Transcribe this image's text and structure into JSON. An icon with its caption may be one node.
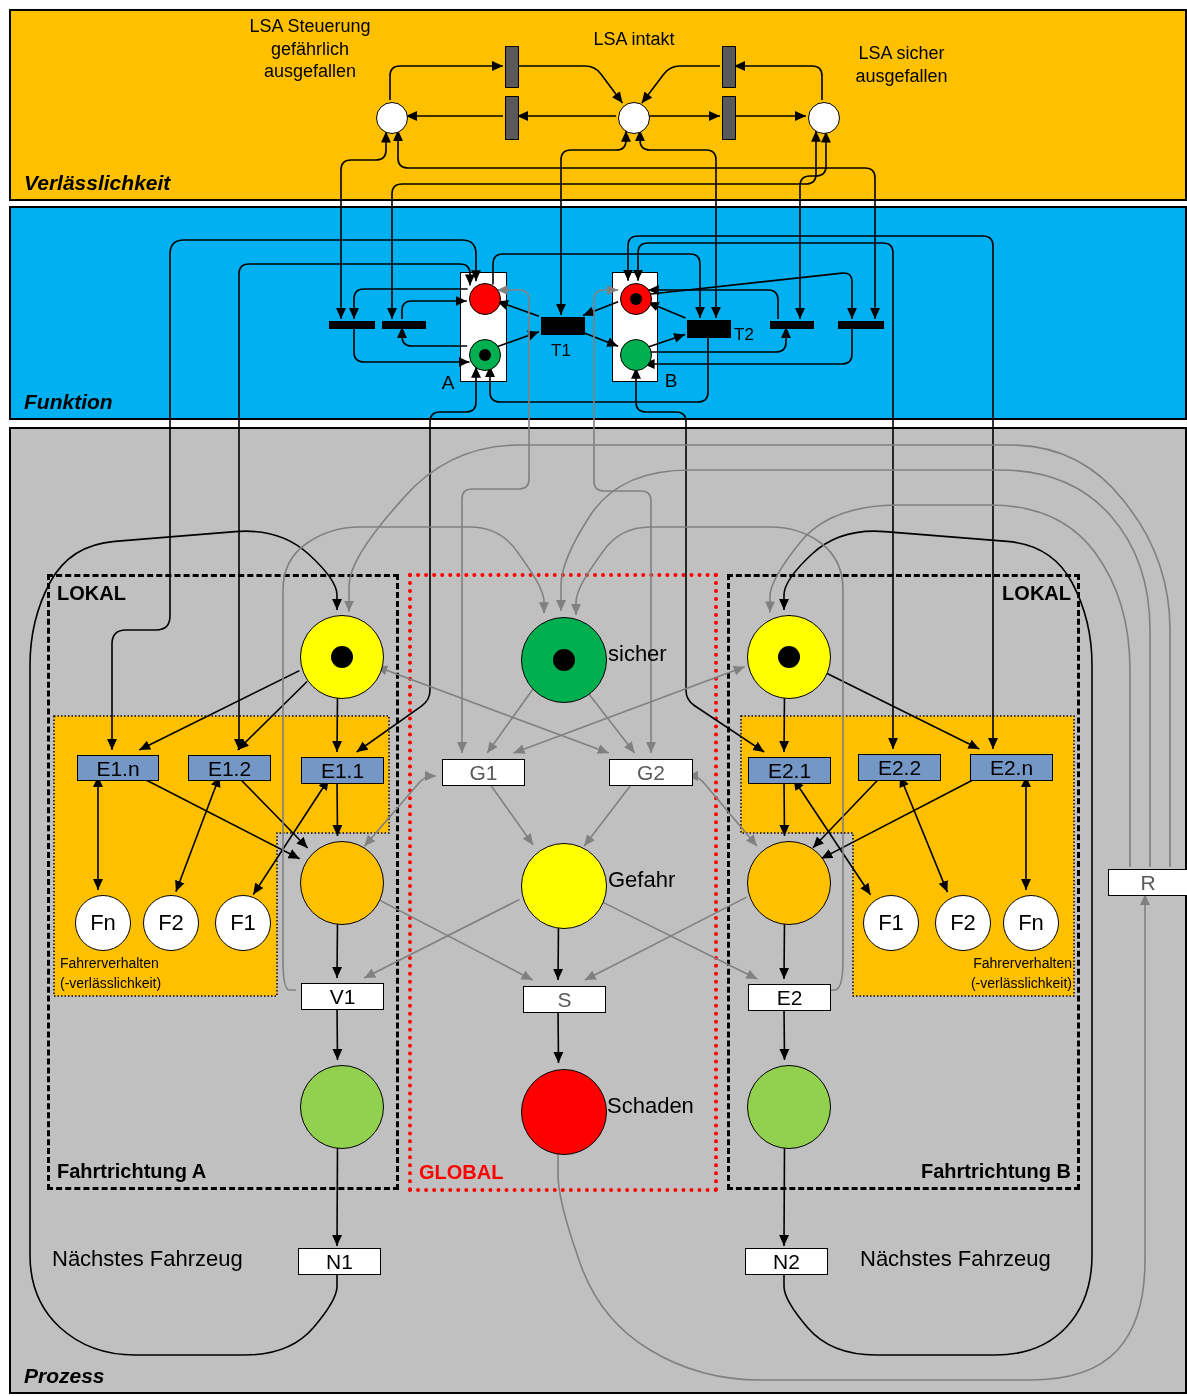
{
  "diagram": {
    "nodes": [
      {
        "text": [
          "Verlässlichkeit"
        ]
      },
      {
        "text": [
          "Funktion"
        ]
      },
      {
        "text": [
          "Prozess"
        ]
      },
      {
        "text": [],
        "shape": "circle",
        "in": 0,
        "beside": [
          "LSA Steuerung gefährlich ausgefallen"
        ]
      },
      {
        "text": [],
        "shape": "circle",
        "in": 0,
        "beside": [
          "LSA intakt"
        ]
      },
      {
        "text": [],
        "shape": "circle",
        "in": 0,
        "beside": [
          "LSA sicher ausgefallen"
        ]
      },
      {
        "text": [],
        "shape": "bar",
        "in": 0
      },
      {
        "text": [],
        "shape": "bar",
        "in": 0
      },
      {
        "text": [],
        "shape": "bar",
        "in": 0
      },
      {
        "text": [],
        "shape": "bar",
        "in": 0
      },
      {
        "text": [],
        "shape": "box",
        "in": 1,
        "beside": [
          "A"
        ]
      },
      {
        "text": [],
        "shape": "circle",
        "in": 10
      },
      {
        "text": [],
        "shape": "circle",
        "in": 10
      },
      {
        "text": [],
        "shape": "box",
        "in": 1,
        "beside": [
          "B"
        ]
      },
      {
        "text": [],
        "shape": "circle",
        "in": 13
      },
      {
        "text": [],
        "shape": "circle",
        "in": 13
      },
      {
        "text": [],
        "shape": "bar",
        "in": 1,
        "beside": [
          "T1"
        ]
      },
      {
        "text": [],
        "shape": "bar",
        "in": 1,
        "beside": [
          "T2"
        ]
      },
      {
        "text": [],
        "shape": "bar",
        "in": 1
      },
      {
        "text": [],
        "shape": "bar",
        "in": 1
      },
      {
        "text": [],
        "shape": "bar",
        "in": 1
      },
      {
        "text": [],
        "shape": "bar",
        "in": 1
      },
      {
        "text": [
          "LOKAL",
          "Fahrtrichtung A"
        ],
        "in": 2
      },
      {
        "text": [
          "GLOBAL"
        ],
        "in": 2
      },
      {
        "text": [
          "LOKAL",
          "Fahrtrichtung B"
        ],
        "in": 2
      },
      {
        "text": [
          "Fahrerverhalten (-verlässlichkeit)"
        ],
        "in": 22
      },
      {
        "text": [],
        "shape": "circle",
        "in": 22
      },
      {
        "text": [
          "E1.n"
        ],
        "in": 25
      },
      {
        "text": [
          "E1.2"
        ],
        "in": 25
      },
      {
        "text": [
          "E1.1"
        ],
        "in": 25
      },
      {
        "text": [
          "Fn"
        ],
        "in": 25
      },
      {
        "text": [
          "F2"
        ],
        "in": 25
      },
      {
        "text": [
          "F1"
        ],
        "in": 25
      },
      {
        "text": [],
        "shape": "circle",
        "in": 22
      },
      {
        "text": [
          "V1"
        ],
        "in": 22
      },
      {
        "text": [],
        "shape": "circle",
        "in": 22
      },
      {
        "text": [
          "N1"
        ],
        "in": 2,
        "beside": [
          "Nächstes Fahrzeug"
        ]
      },
      {
        "text": [],
        "shape": "circle",
        "in": 23,
        "beside": [
          "sicher"
        ]
      },
      {
        "text": [
          "G1"
        ],
        "in": 23
      },
      {
        "text": [
          "G2"
        ],
        "in": 23
      },
      {
        "text": [],
        "shape": "circle",
        "in": 23,
        "beside": [
          "Gefahr"
        ]
      },
      {
        "text": [
          "S"
        ],
        "in": 23
      },
      {
        "text": [],
        "shape": "circle",
        "in": 23,
        "beside": [
          "Schaden"
        ]
      },
      {
        "text": [
          "Fahrerverhalten (-verlässlichkeit)"
        ],
        "in": 24
      },
      {
        "text": [],
        "shape": "circle",
        "in": 24
      },
      {
        "text": [
          "E2.1"
        ],
        "in": 43
      },
      {
        "text": [
          "E2.2"
        ],
        "in": 43
      },
      {
        "text": [
          "E2.n"
        ],
        "in": 43
      },
      {
        "text": [
          "F1"
        ],
        "in": 43
      },
      {
        "text": [
          "F2"
        ],
        "in": 43
      },
      {
        "text": [
          "Fn"
        ],
        "in": 43
      },
      {
        "text": [],
        "shape": "circle",
        "in": 24
      },
      {
        "text": [
          "E2"
        ],
        "in": 24
      },
      {
        "text": [],
        "shape": "circle",
        "in": 24
      },
      {
        "text": [
          "N2"
        ],
        "in": 2,
        "beside": [
          "Nächstes Fahrzeug"
        ]
      },
      {
        "text": [
          "R"
        ],
        "in": 2
      }
    ],
    "edges": [
      {
        "from": 3,
        "to": 6,
        "arrow": "to"
      },
      {
        "from": 6,
        "to": 4,
        "arrow": "to"
      },
      {
        "from": 4,
        "to": 7,
        "arrow": "to"
      },
      {
        "from": 7,
        "to": 3,
        "arrow": "to"
      },
      {
        "from": 4,
        "to": 9,
        "arrow": "to"
      },
      {
        "from": 9,
        "to": 5,
        "arrow": "to"
      },
      {
        "from": 5,
        "to": 8,
        "arrow": "to"
      },
      {
        "from": 8,
        "to": 4,
        "arrow": "to"
      },
      {
        "from": 3,
        "to": 18,
        "arrow": "both"
      },
      {
        "from": 3,
        "to": 21,
        "arrow": "both"
      },
      {
        "from": 5,
        "to": 19,
        "arrow": "both"
      },
      {
        "from": 5,
        "to": 20,
        "arrow": "both"
      },
      {
        "from": 4,
        "to": 16,
        "arrow": "both"
      },
      {
        "from": 4,
        "to": 17,
        "arrow": "both"
      },
      {
        "from": 11,
        "to": 18,
        "arrow": "to"
      },
      {
        "from": 18,
        "to": 12,
        "arrow": "to"
      },
      {
        "from": 12,
        "to": 19,
        "arrow": "to"
      },
      {
        "from": 19,
        "to": 11,
        "arrow": "to"
      },
      {
        "from": 12,
        "to": 16,
        "arrow": "to"
      },
      {
        "from": 16,
        "to": 11,
        "arrow": "to"
      },
      {
        "from": 14,
        "to": 16,
        "arrow": "to"
      },
      {
        "from": 16,
        "to": 15,
        "arrow": "to"
      },
      {
        "from": 15,
        "to": 17,
        "arrow": "to"
      },
      {
        "from": 17,
        "to": 14,
        "arrow": "to"
      },
      {
        "from": 11,
        "to": 17,
        "arrow": "to"
      },
      {
        "from": 17,
        "to": 12,
        "arrow": "to"
      },
      {
        "from": 14,
        "to": 21,
        "arrow": "to"
      },
      {
        "from": 21,
        "to": 15,
        "arrow": "to"
      },
      {
        "from": 15,
        "to": 20,
        "arrow": "to"
      },
      {
        "from": 20,
        "to": 14,
        "arrow": "to"
      },
      {
        "from": 11,
        "to": 27,
        "arrow": "both"
      },
      {
        "from": 11,
        "to": 28,
        "arrow": "both"
      },
      {
        "from": 12,
        "to": 29,
        "arrow": "both"
      },
      {
        "from": 15,
        "to": 45,
        "arrow": "both"
      },
      {
        "from": 14,
        "to": 46,
        "arrow": "both"
      },
      {
        "from": 14,
        "to": 47,
        "arrow": "both"
      },
      {
        "from": 11,
        "to": 38,
        "arrow": "both",
        "color": "#808080"
      },
      {
        "from": 14,
        "to": 39,
        "arrow": "both",
        "color": "#808080"
      },
      {
        "from": 26,
        "to": 27,
        "arrow": "to"
      },
      {
        "from": 26,
        "to": 28,
        "arrow": "to"
      },
      {
        "from": 26,
        "to": 29,
        "arrow": "to"
      },
      {
        "from": 27,
        "to": 33,
        "arrow": "to"
      },
      {
        "from": 28,
        "to": 33,
        "arrow": "to"
      },
      {
        "from": 29,
        "to": 33,
        "arrow": "to"
      },
      {
        "from": 27,
        "to": 30,
        "arrow": "both"
      },
      {
        "from": 28,
        "to": 31,
        "arrow": "both"
      },
      {
        "from": 29,
        "to": 32,
        "arrow": "both"
      },
      {
        "from": 33,
        "to": 34,
        "arrow": "to"
      },
      {
        "from": 34,
        "to": 35,
        "arrow": "to"
      },
      {
        "from": 35,
        "to": 36,
        "arrow": "to"
      },
      {
        "from": 36,
        "to": 26,
        "arrow": "to"
      },
      {
        "from": 40,
        "to": 41,
        "arrow": "to"
      },
      {
        "from": 41,
        "to": 42,
        "arrow": "to"
      },
      {
        "from": 44,
        "to": 45,
        "arrow": "to"
      },
      {
        "from": 44,
        "to": 47,
        "arrow": "to"
      },
      {
        "from": 45,
        "to": 51,
        "arrow": "to"
      },
      {
        "from": 46,
        "to": 51,
        "arrow": "to"
      },
      {
        "from": 47,
        "to": 51,
        "arrow": "to"
      },
      {
        "from": 45,
        "to": 48,
        "arrow": "both"
      },
      {
        "from": 46,
        "to": 49,
        "arrow": "both"
      },
      {
        "from": 47,
        "to": 50,
        "arrow": "both"
      },
      {
        "from": 51,
        "to": 52,
        "arrow": "to"
      },
      {
        "from": 52,
        "to": 53,
        "arrow": "to"
      },
      {
        "from": 53,
        "to": 54,
        "arrow": "to"
      },
      {
        "from": 54,
        "to": 44,
        "arrow": "to"
      },
      {
        "from": 37,
        "to": 38,
        "arrow": "to",
        "color": "#808080"
      },
      {
        "from": 37,
        "to": 39,
        "arrow": "to",
        "color": "#808080"
      },
      {
        "from": 26,
        "to": 39,
        "arrow": "both",
        "color": "#808080"
      },
      {
        "from": 44,
        "to": 38,
        "arrow": "both",
        "color": "#808080"
      },
      {
        "from": 38,
        "to": 40,
        "arrow": "to",
        "color": "#808080"
      },
      {
        "from": 39,
        "to": 40,
        "arrow": "to",
        "color": "#808080"
      },
      {
        "from": 38,
        "to": 33,
        "arrow": "both",
        "color": "#808080"
      },
      {
        "from": 39,
        "to": 51,
        "arrow": "both",
        "color": "#808080"
      },
      {
        "from": 33,
        "to": 41,
        "arrow": "to",
        "color": "#808080"
      },
      {
        "from": 51,
        "to": 41,
        "arrow": "to",
        "color": "#808080"
      },
      {
        "from": 40,
        "to": 34,
        "arrow": "to",
        "color": "#808080"
      },
      {
        "from": 40,
        "to": 52,
        "arrow": "to",
        "color": "#808080"
      },
      {
        "from": 42,
        "to": 55,
        "arrow": "to",
        "color": "#808080"
      },
      {
        "from": 34,
        "to": 37,
        "arrow": "to",
        "color": "#808080"
      },
      {
        "from": 52,
        "to": 37,
        "arrow": "to",
        "color": "#808080"
      },
      {
        "from": 55,
        "to": 26,
        "arrow": "to",
        "color": "#808080"
      },
      {
        "from": 55,
        "to": 37,
        "arrow": "to",
        "color": "#808080"
      },
      {
        "from": 55,
        "to": 44,
        "arrow": "to",
        "color": "#808080"
      }
    ]
  }
}
